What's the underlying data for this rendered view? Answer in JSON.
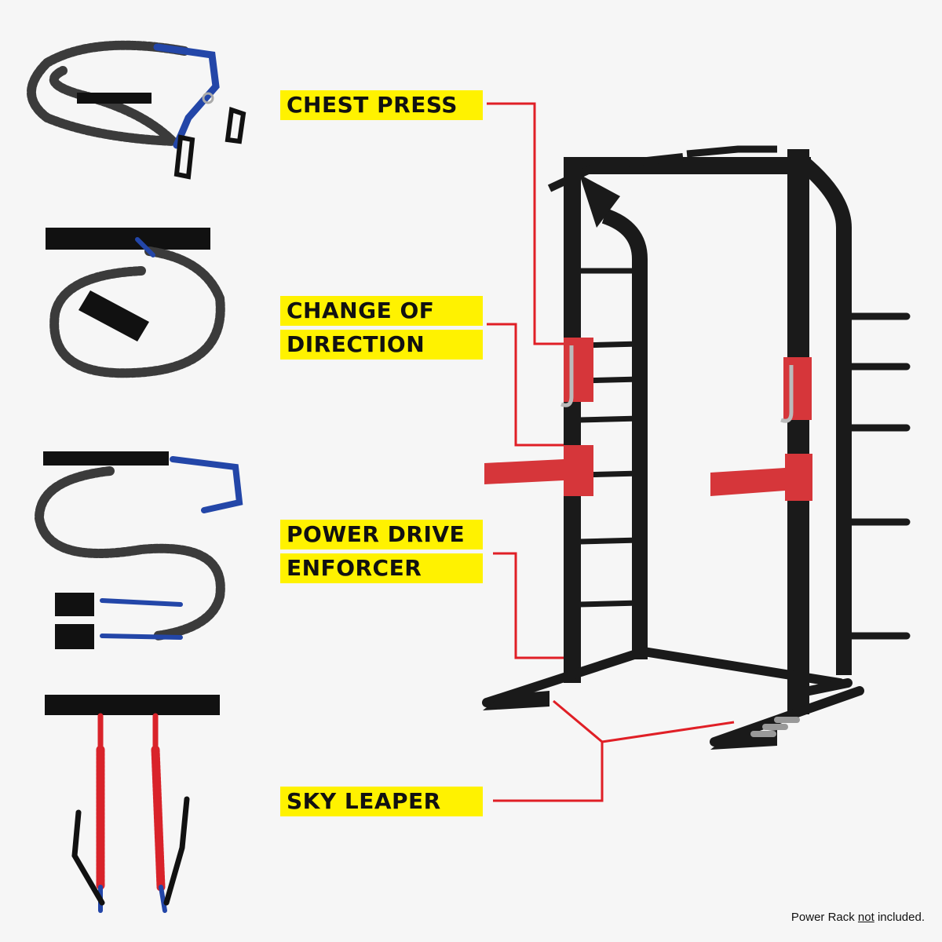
{
  "labels": {
    "chest_press": "CHEST PRESS",
    "change_of_direction_1": "CHANGE OF",
    "change_of_direction_2": "DIRECTION",
    "power_drive_1": "POWER DRIVE",
    "power_drive_2": "ENFORCER",
    "sky_leaper": "SKY LEAPER"
  },
  "footer": {
    "before": "Power Rack ",
    "emphasis": "not",
    "after": " included."
  },
  "colors": {
    "label_bg": "#fff200",
    "leader_line": "#e01f26",
    "rack": "#1a1a1a",
    "rack_accent": "#d6363a",
    "band": "#3b3b3b",
    "strap_blue": "#2346a8",
    "band_red": "#d9232a"
  }
}
